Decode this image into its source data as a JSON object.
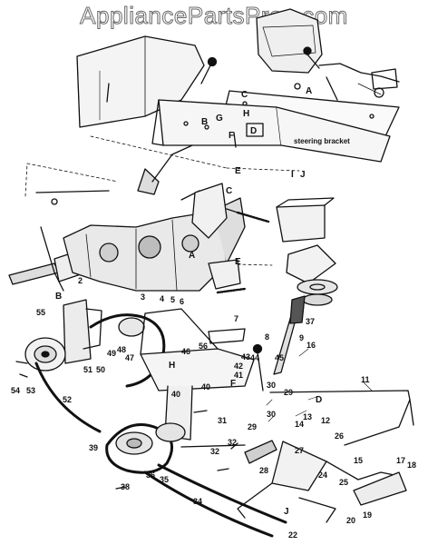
{
  "watermark": "AppliancePartsPros.com",
  "note_text": "steering bracket",
  "part_numbers": [
    "2",
    "3",
    "4",
    "5",
    "6",
    "7",
    "8",
    "9",
    "11",
    "12",
    "13",
    "14",
    "15",
    "16",
    "17",
    "18",
    "19",
    "20",
    "22",
    "24",
    "25",
    "26",
    "27",
    "28",
    "29",
    "30",
    "31",
    "32",
    "34",
    "35",
    "36",
    "37",
    "38",
    "39",
    "40",
    "41",
    "42",
    "43",
    "44",
    "45",
    "46",
    "47",
    "48",
    "49",
    "50",
    "51",
    "52",
    "53",
    "54",
    "55",
    "56"
  ],
  "callouts": {
    "A": "A",
    "B": "B",
    "C": "C",
    "D": "D",
    "E": "E",
    "F": "F",
    "G": "G",
    "H": "H",
    "I": "I",
    "J": "J"
  }
}
